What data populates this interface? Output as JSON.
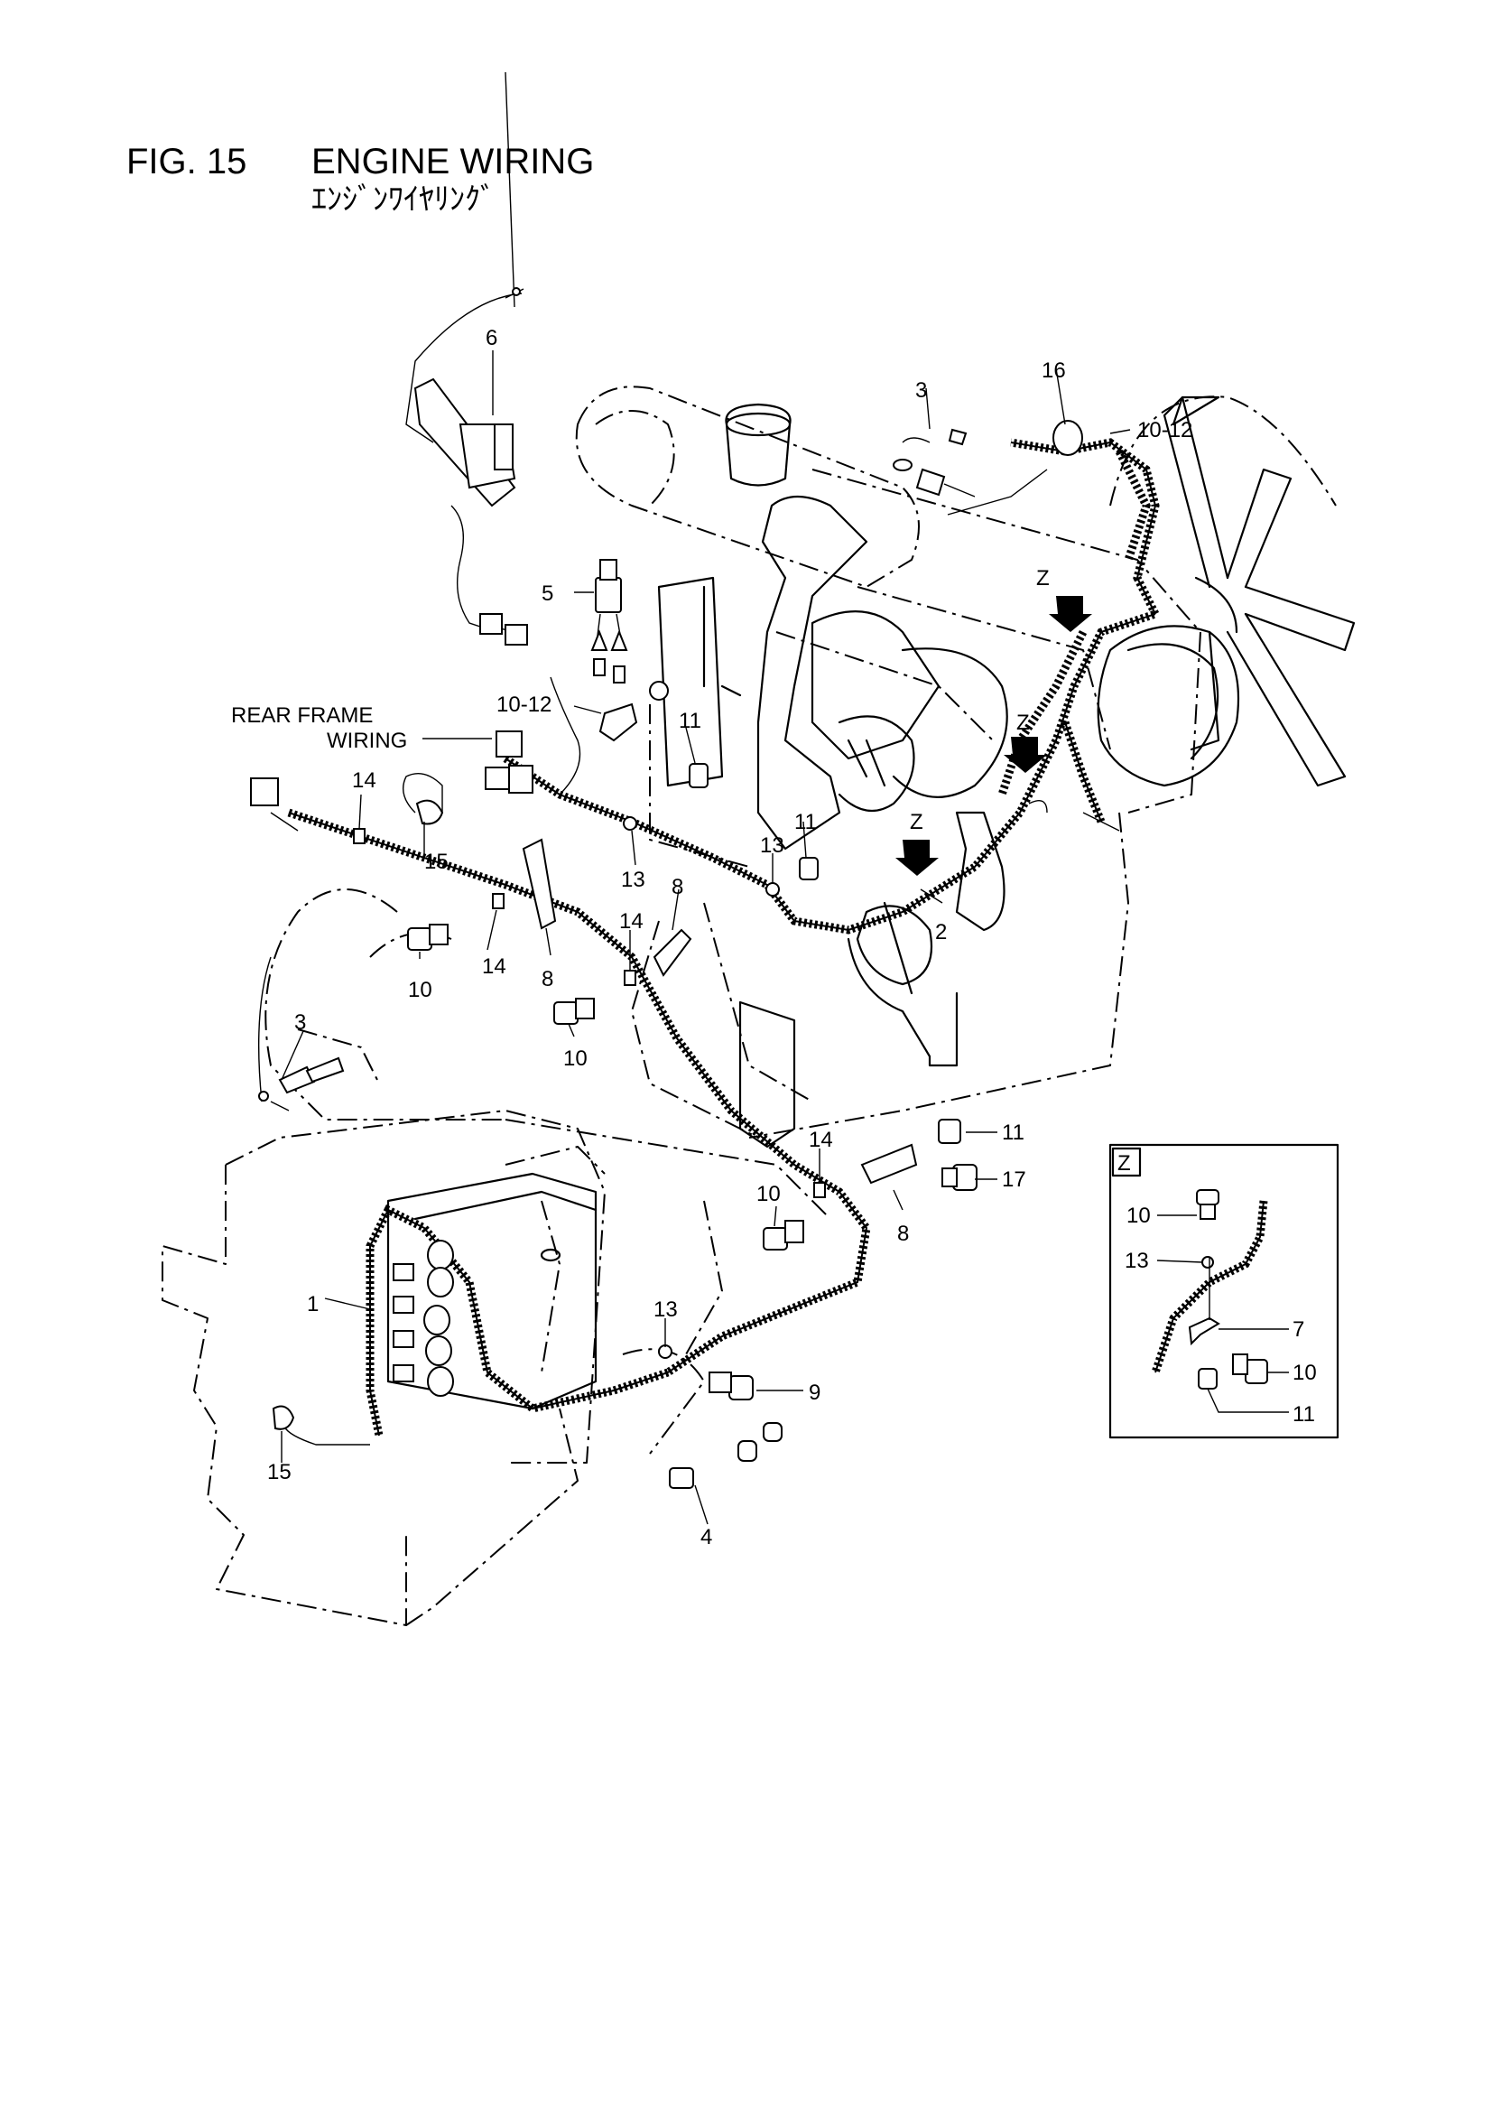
{
  "header": {
    "figure_number": "FIG. 15",
    "title": "ENGINE WIRING",
    "title_jp": "ｴﾝｼﾞﾝﾜｲﾔﾘﾝｸﾞ"
  },
  "labels": {
    "rear_frame_line1": "REAR FRAME",
    "rear_frame_line2": "WIRING",
    "detail_z": "Z",
    "view_z": "Z"
  },
  "callouts": {
    "c1": "1",
    "c2": "2",
    "c3a": "3",
    "c3b": "3",
    "c4": "4",
    "c5": "5",
    "c6": "6",
    "c7": "7",
    "c8a": "8",
    "c8b": "8",
    "c8c": "8",
    "c9": "9",
    "c10a": "10",
    "c10b": "10",
    "c10c": "10",
    "c10d": "10",
    "c10_12a": "10-12",
    "c10_12b": "10-12",
    "c11a": "11",
    "c11b": "11",
    "c11c": "11",
    "c11d": "11",
    "c13a": "13",
    "c13b": "13",
    "c13c": "13",
    "c13d": "13",
    "c14a": "14",
    "c14b": "14",
    "c14c": "14",
    "c14d": "14",
    "c15a": "15",
    "c15b": "15",
    "c16": "16",
    "c17": "17"
  }
}
